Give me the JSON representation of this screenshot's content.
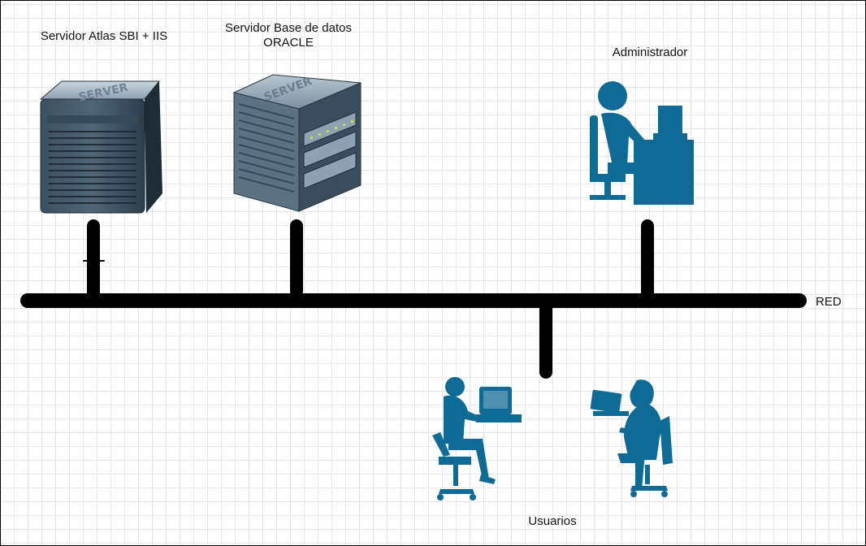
{
  "labels": {
    "server1": "Servidor Atlas SBI + IIS",
    "server2_line1": "Servidor Base de datos",
    "server2_line2": "ORACLE",
    "admin": "Administrador",
    "network": "RED",
    "users": "Usuarios"
  },
  "server_badge": "SERVER",
  "colors": {
    "line": "#000000",
    "person": "#0f6a95",
    "server_dark": "#2f3f4c",
    "server_mid": "#4a5f70",
    "server_light": "#8fa2b1",
    "grid": "#e6e6e6"
  },
  "icons": [
    "server-tower-icon",
    "server-rack-icon",
    "administrator-desk-icon",
    "user-desktop-icon",
    "user-laptop-icon"
  ]
}
